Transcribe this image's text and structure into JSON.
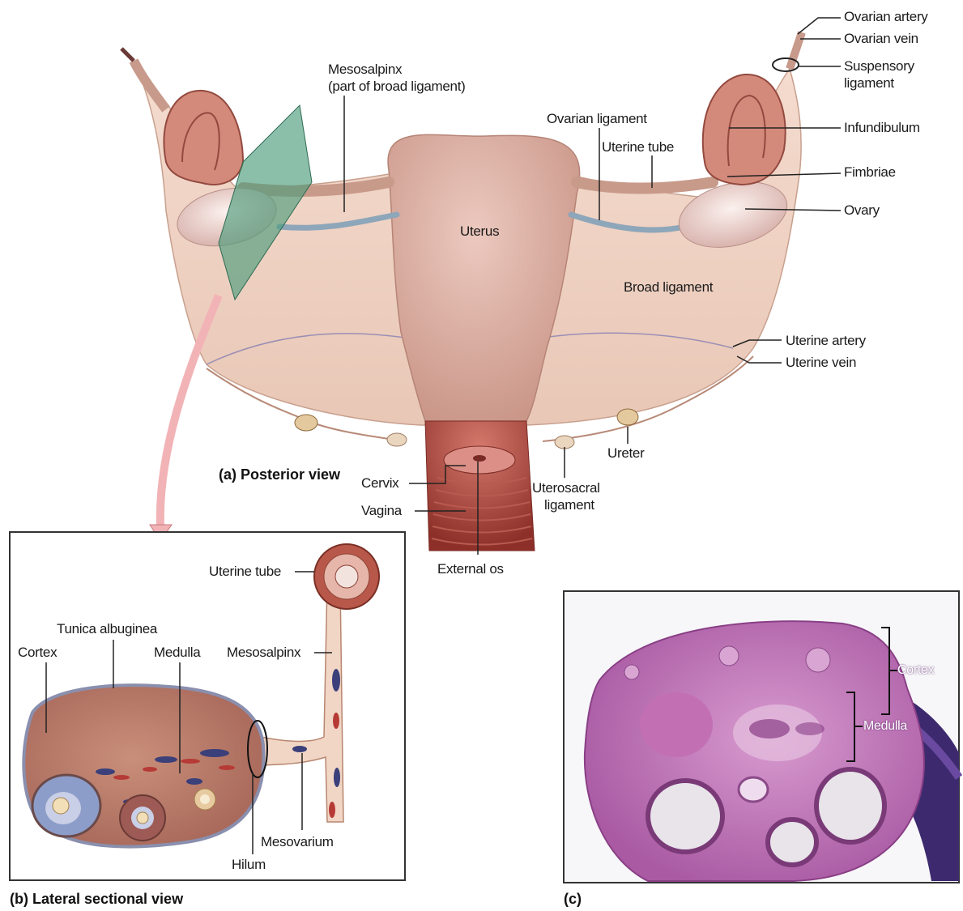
{
  "panel_a": {
    "caption": "(a) Posterior view",
    "labels": {
      "ovarian_artery": "Ovarian artery",
      "ovarian_vein": "Ovarian vein",
      "suspensory_ligament_1": "Suspensory",
      "suspensory_ligament_2": "ligament",
      "mesosalpinx_1": "Mesosalpinx",
      "mesosalpinx_2": "(part of broad ligament)",
      "ovarian_ligament": "Ovarian ligament",
      "uterine_tube": "Uterine tube",
      "infundibulum": "Infundibulum",
      "fimbriae": "Fimbriae",
      "ovary": "Ovary",
      "uterus": "Uterus",
      "broad_ligament": "Broad ligament",
      "uterine_artery": "Uterine artery",
      "uterine_vein": "Uterine vein",
      "ureter": "Ureter",
      "cervix": "Cervix",
      "vagina": "Vagina",
      "uterosacral_1": "Uterosacral",
      "uterosacral_2": "ligament",
      "external_os": "External os"
    }
  },
  "panel_b": {
    "caption": "(b) Lateral sectional view",
    "labels": {
      "uterine_tube": "Uterine tube",
      "tunica_albuginea": "Tunica albuginea",
      "cortex": "Cortex",
      "medulla": "Medulla",
      "mesosalpinx": "Mesosalpinx",
      "mesovarium": "Mesovarium",
      "hilum": "Hilum"
    }
  },
  "panel_c": {
    "caption": "(c)",
    "labels": {
      "cortex": "Cortex",
      "medulla": "Medulla"
    }
  }
}
